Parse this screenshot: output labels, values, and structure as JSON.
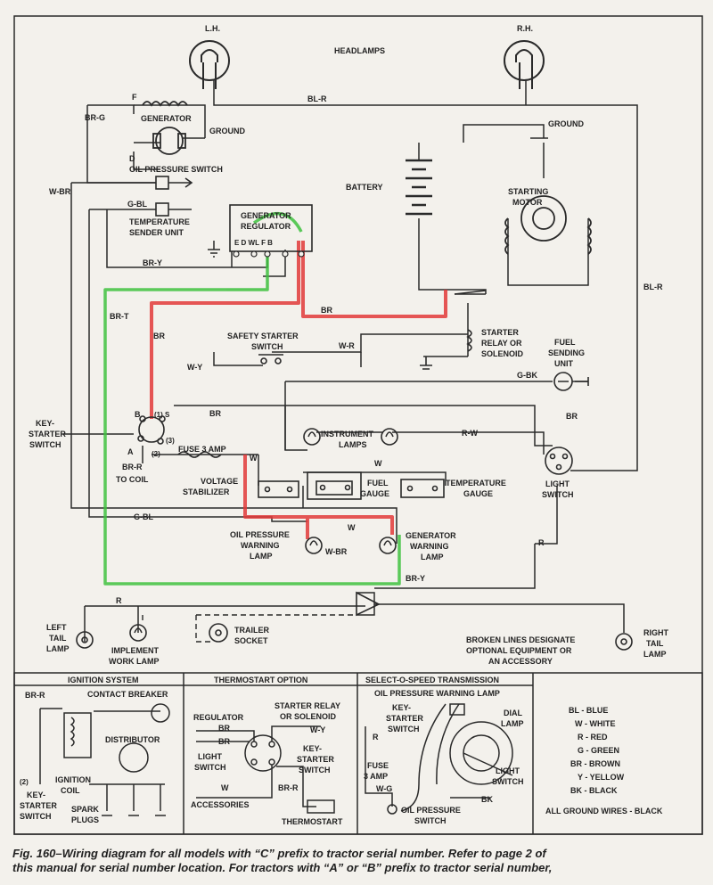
{
  "labels": {
    "headlamps": "HEADLAMPS",
    "lh": "L.H.",
    "rh": "R.H.",
    "bl_r": "BL-R",
    "f": "F",
    "br_g": "BR-G",
    "generator": "GENERATOR",
    "ground": "GROUND",
    "d": "D",
    "oil_pressure_switch": "OIL PRESSURE SWITCH",
    "w_br": "W-BR",
    "g_bl": "G-BL",
    "temperature": "TEMPERATURE",
    "sender_unit": "SENDER UNIT",
    "generator_regulator_1": "GENERATOR",
    "generator_regulator_2": "REGULATOR",
    "terminals": "E  D WL  F  B",
    "br_y": "BR-Y",
    "battery": "BATTERY",
    "starting": "STARTING",
    "motor": "MOTOR",
    "br_t": "BR-T",
    "br": "BR",
    "safety_starter": "SAFETY STARTER",
    "switch": "SWITCH",
    "w_r": "W-R",
    "starter": "STARTER",
    "relay_or": "RELAY OR",
    "solenoid": "SOLENOID",
    "fuel": "FUEL",
    "sending": "SENDING",
    "unit": "UNIT",
    "w_y": "W-Y",
    "g_bk": "G-BK",
    "key": "KEY-",
    "starter2": "STARTER",
    "switch2": "SWITCH",
    "b": "B",
    "s1": "(1) S",
    "a": "A",
    "t2": "(2)",
    "t3": "(3)",
    "r_w": "R-W",
    "instrument": "INSTRUMENT",
    "lamps": "LAMPS",
    "fuse_3_amp": "FUSE 3 AMP",
    "w": "W",
    "br_r": "BR-R",
    "to_coil": "TO COIL",
    "voltage": "VOLTAGE",
    "stabilizer": "STABILIZER",
    "fuel_gauge_1": "FUEL",
    "fuel_gauge_2": "GAUGE",
    "temperature_gauge_1": "TEMPERATURE",
    "temperature_gauge_2": "GAUGE",
    "light": "LIGHT",
    "switch3": "SWITCH",
    "oil_pressure": "OIL PRESSURE",
    "warning": "WARNING",
    "lamp": "LAMP",
    "generator2": "GENERATOR",
    "warning2": "WARNING",
    "lamp2": "LAMP",
    "r": "R",
    "left": "LEFT",
    "tail": "TAIL",
    "lamp3": "LAMP",
    "implement": "IMPLEMENT",
    "work_lamp": "WORK LAMP",
    "trailer": "TRAILER",
    "socket": "SOCKET",
    "broken_lines_1": "BROKEN LINES DESIGNATE",
    "broken_lines_2": "OPTIONAL EQUIPMENT OR",
    "broken_lines_3": "AN ACCESSORY",
    "right": "RIGHT",
    "tail2": "TAIL",
    "lamp4": "LAMP"
  },
  "insets": {
    "ignition": {
      "title": "IGNITION SYSTEM",
      "br_r": "BR-R",
      "contact_breaker": "CONTACT BREAKER",
      "distributor": "DISTRIBUTOR",
      "ignition": "IGNITION",
      "coil": "COIL",
      "t2": "(2)",
      "key": "KEY-",
      "starter": "STARTER",
      "switch": "SWITCH",
      "spark": "SPARK",
      "plugs": "PLUGS"
    },
    "thermostart": {
      "title": "THERMOSTART OPTION",
      "regulator": "REGULATOR",
      "starter_relay": "STARTER RELAY",
      "or_solenoid": "OR SOLENOID",
      "br1": "BR",
      "br2": "BR",
      "w_y": "W-Y",
      "key": "KEY-",
      "starter": "STARTER",
      "switch": "SWITCH",
      "light": "LIGHT",
      "switch2": "SWITCH",
      "w": "W",
      "br_r": "BR-R",
      "accessories": "ACCESSORIES",
      "thermostart": "THERMOSTART"
    },
    "selecto": {
      "title": "SELECT-O-SPEED TRANSMISSION",
      "oil_warning": "OIL PRESSURE WARNING LAMP",
      "key": "KEY-",
      "starter": "STARTER",
      "switch": "SWITCH",
      "dial": "DIAL",
      "lamp": "LAMP",
      "r": "R",
      "fuse": "FUSE",
      "amp3": "3 AMP",
      "w_g": "W-G",
      "light": "LIGHT",
      "switch2": "SWITCH",
      "bk": "BK",
      "oil_pressure": "OIL PRESSURE",
      "switch3": "SWITCH"
    },
    "legend": {
      "rows": [
        "BL - BLUE",
        "W - WHITE",
        "R - RED",
        "G - GREEN",
        "BR - BROWN",
        "Y - YELLOW",
        "BK - BLACK"
      ],
      "ground_note": "ALL GROUND WIRES - BLACK"
    }
  },
  "caption": {
    "line1": "Fig. 160–Wiring diagram for all models with “C” prefix to tractor serial number. Refer to page 2 of",
    "line2": "this manual for serial number location. For tractors with “A” or “B” prefix to tractor serial number,"
  },
  "colors": {
    "wire": "#2a2a2a",
    "highlight_red": "#e23a3a",
    "highlight_green": "#3fc23f",
    "paper": "#f3f1ec"
  }
}
